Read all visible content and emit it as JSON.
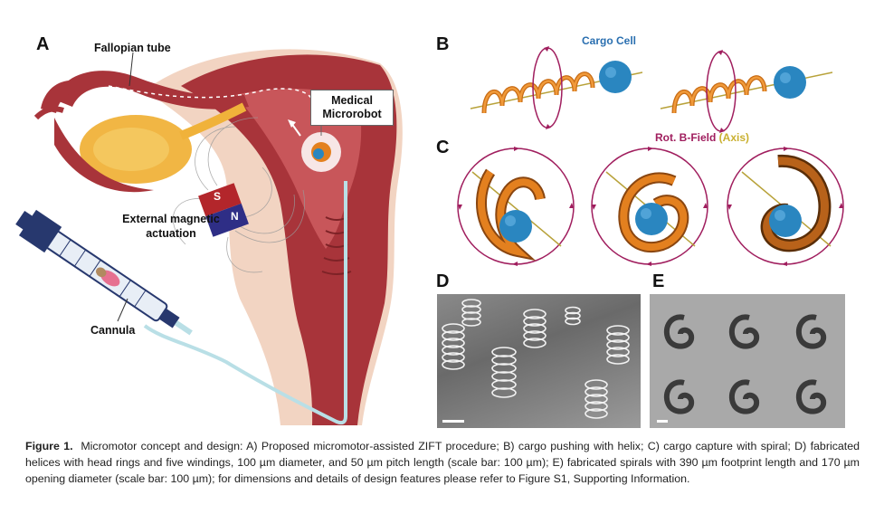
{
  "panels": {
    "a": {
      "letter": "A",
      "labels": {
        "fallopian_tube": "Fallopian tube",
        "medical_microrobot_line1": "Medical",
        "medical_microrobot_line2": "Microrobot",
        "external_magnetic_line1": "External magnetic",
        "external_magnetic_line2": "actuation",
        "cannula": "Cannula",
        "magnet_s": "S",
        "magnet_n": "N"
      }
    },
    "b": {
      "letter": "B",
      "cargo_cell": "Cargo Cell"
    },
    "c": {
      "letter": "C",
      "field_label": "Rot. B-Field",
      "axis_label": "(Axis)"
    },
    "d": {
      "letter": "D"
    },
    "e": {
      "letter": "E"
    }
  },
  "colors": {
    "tissue_dark": "#a8343a",
    "tissue_light": "#f2d4c2",
    "ovary": "#f0b23a",
    "helix": "#e3801f",
    "cargo": "#2a86c0",
    "field_ring": "#a01e5e",
    "axis": "#b8a23a"
  },
  "caption": {
    "title": "Figure 1.",
    "text": "Micromotor concept and design: A) Proposed micromotor-assisted ZIFT procedure; B) cargo pushing with helix; C) cargo capture with spiral; D) fabricated helices with head rings and five windings, 100 µm diameter, and 50 µm pitch length (scale bar: 100 µm); E) fabricated spirals with 390 µm footprint length and 170 µm opening diameter (scale bar: 100 µm); for dimensions and details of design features please refer to Figure S1, Supporting Information."
  }
}
